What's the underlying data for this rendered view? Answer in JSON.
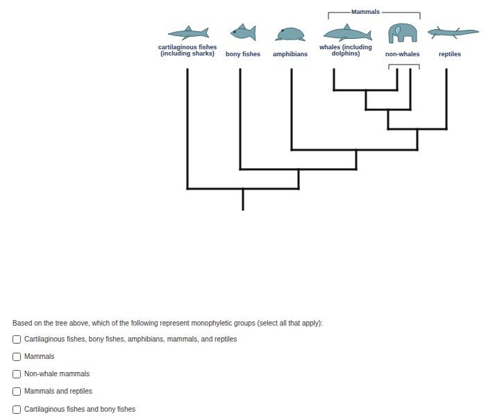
{
  "diagram": {
    "labels": [
      "Mammals",
      "cartilaginous fishes (including sharks)",
      "bony fishes",
      "amphibians",
      "whales (including dolphins)",
      "non-whales",
      "reptiles",
      "Based on the tree above, which of the following represent monophyletic groups (select all that apply):",
      "Cartilaginous fishes, bony fishes, amphibians, mammals, and reptiles",
      "Mammals",
      "Non-whale mammals",
      "Mammals and reptiles",
      "Cartilaginous fishes and bony fishes"
    ]
  }
}
